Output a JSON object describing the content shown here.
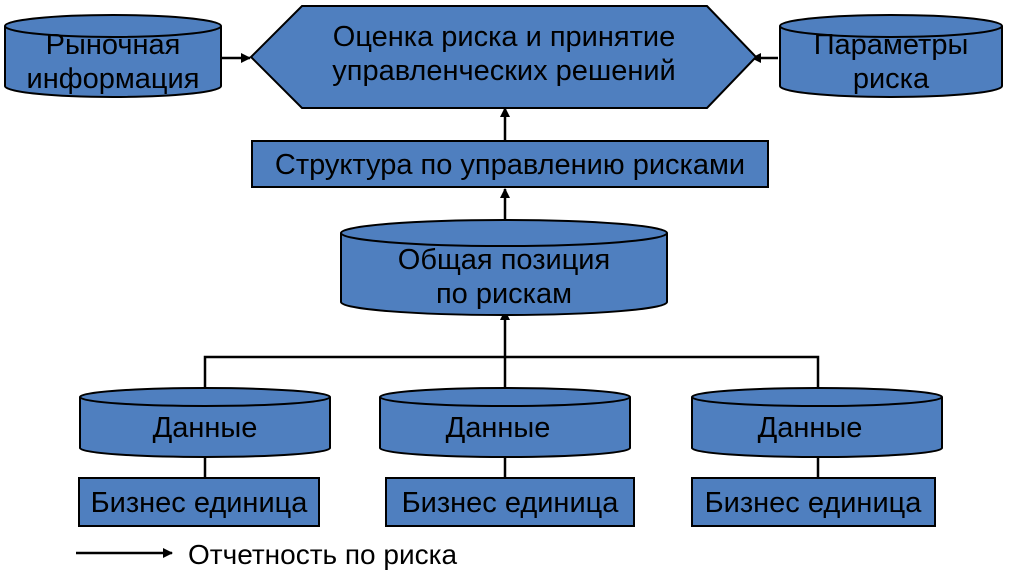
{
  "colors": {
    "fill": "#4F7FBF",
    "stroke": "#000000",
    "connector": "#000000"
  },
  "nodes": {
    "market_info": {
      "line1": "Рыночная",
      "line2": "информация"
    },
    "decision": {
      "line1": "Оценка риска и принятие",
      "line2": "управленческих решений"
    },
    "risk_params": {
      "line1": "Параметры",
      "line2": "риска"
    },
    "risk_structure": {
      "label": "Структура по управлению рисками"
    },
    "total_position": {
      "line1": "Общая позиция",
      "line2": "по рискам"
    },
    "data_1": {
      "label": "Данные"
    },
    "data_2": {
      "label": "Данные"
    },
    "data_3": {
      "label": "Данные"
    },
    "unit_1": {
      "label": "Бизнес единица"
    },
    "unit_2": {
      "label": "Бизнес единица"
    },
    "unit_3": {
      "label": "Бизнес единица"
    }
  },
  "legend": {
    "label": "Отчетность по риска"
  }
}
